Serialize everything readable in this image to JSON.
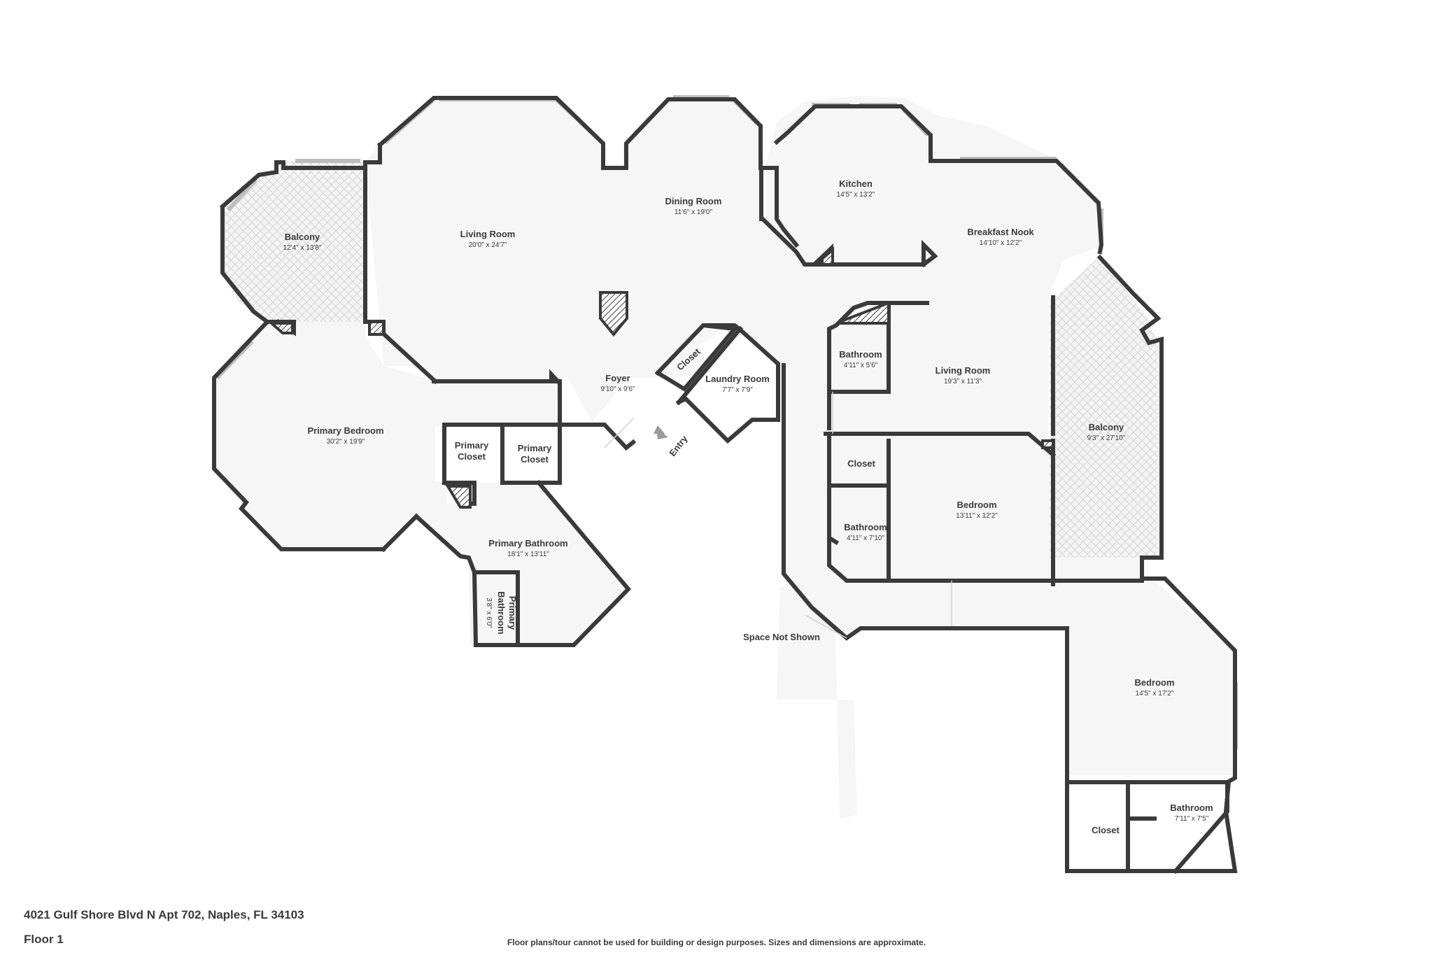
{
  "address": "4021 Gulf Shore Blvd N Apt 702, Naples, FL 34103",
  "floor_label": "Floor 1",
  "disclaimer": "Floor plans/tour cannot be used for building or design purposes. Sizes and dimensions are approximate.",
  "entry_label": "Entry",
  "space_not_shown": "Space Not Shown",
  "colors": {
    "wall": "#3a3a3a",
    "floor": "#f6f6f6",
    "window": "#bdbdbd"
  },
  "rooms": {
    "balcony_west": {
      "name": "Balcony",
      "dim": "12'4\" x 13'8\""
    },
    "living_room": {
      "name": "Living Room",
      "dim": "20'0\" x 24'7\""
    },
    "dining_room": {
      "name": "Dining Room",
      "dim": "11'6\" x 19'0\""
    },
    "kitchen": {
      "name": "Kitchen",
      "dim": "14'5\" x 13'2\""
    },
    "breakfast_nook": {
      "name": "Breakfast Nook",
      "dim": "14'10\" x 12'2\""
    },
    "foyer": {
      "name": "Foyer",
      "dim": "9'10\" x 9'6\""
    },
    "closet_foyer": {
      "name": "Closet"
    },
    "laundry_room": {
      "name": "Laundry Room",
      "dim": "7'7\" x 7'9\""
    },
    "bathroom_1": {
      "name": "Bathroom",
      "dim": "4'11\" x 5'6\""
    },
    "living_room_2": {
      "name": "Living Room",
      "dim": "19'3\" x 11'3\""
    },
    "balcony_east": {
      "name": "Balcony",
      "dim": "9'3\" x 27'10\""
    },
    "primary_bedroom": {
      "name": "Primary Bedroom",
      "dim": "30'2\" x 19'9\""
    },
    "primary_closet_1": {
      "line1": "Primary",
      "line2": "Closet"
    },
    "primary_closet_2": {
      "line1": "Primary",
      "line2": "Closet"
    },
    "primary_bathroom": {
      "name": "Primary Bathroom",
      "dim": "18'1\" x 13'11\""
    },
    "primary_bathroom_small": {
      "line1": "Primary",
      "line2": "Bathroom",
      "dim": "3'8\" x 6'0\""
    },
    "closet_hall": {
      "name": "Closet"
    },
    "bathroom_2": {
      "name": "Bathroom",
      "dim": "4'11\" x 7'10\""
    },
    "bedroom_1": {
      "name": "Bedroom",
      "dim": "13'11\" x 12'2\""
    },
    "bedroom_2": {
      "name": "Bedroom",
      "dim": "14'5\" x 17'2\""
    },
    "closet_bed2": {
      "name": "Closet"
    },
    "bathroom_3": {
      "name": "Bathroom",
      "dim": "7'11\" x 7'5\""
    }
  }
}
